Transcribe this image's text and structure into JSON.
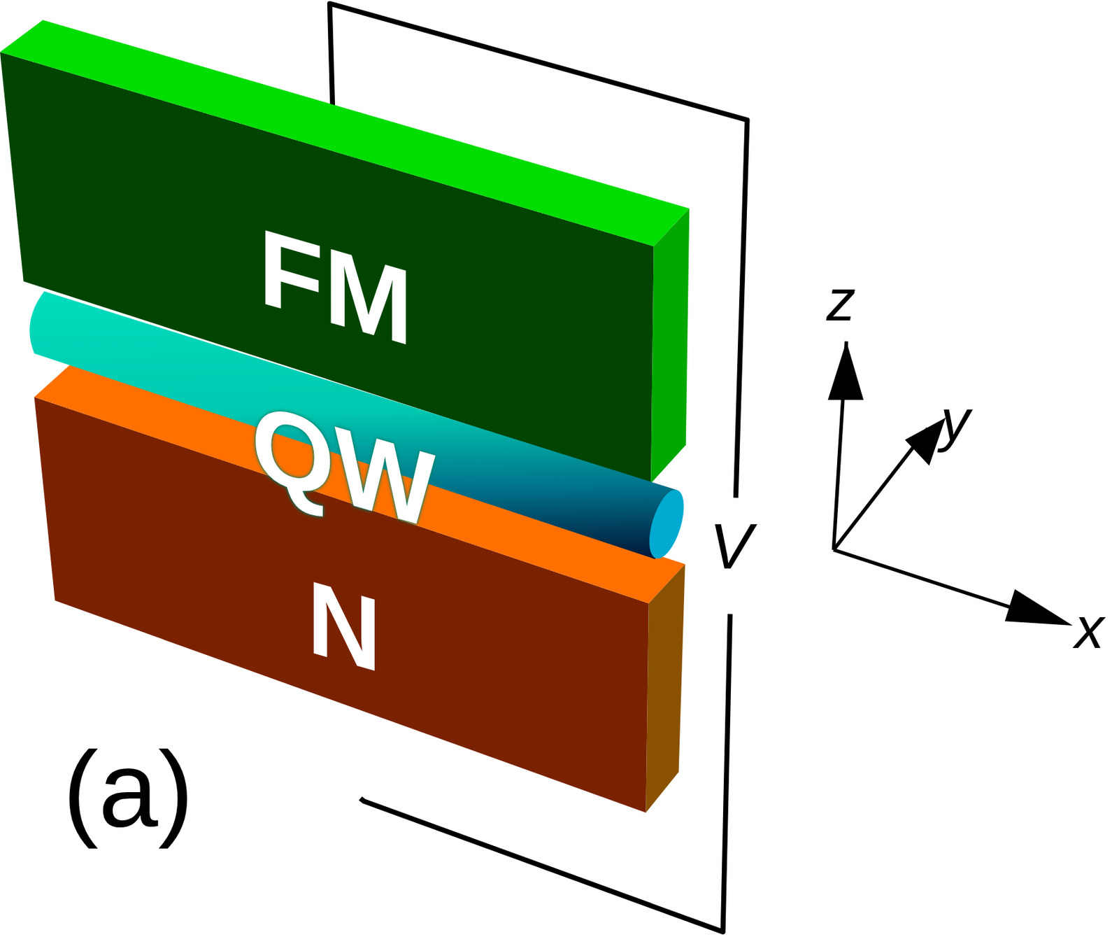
{
  "diagram": {
    "nodes": [
      {
        "text": [
          "FM"
        ]
      },
      {
        "text": [
          "QW"
        ]
      },
      {
        "text": [
          "N"
        ]
      }
    ],
    "edges": [
      {
        "from": 0,
        "to": 2,
        "arrow": "none",
        "label": "V"
      }
    ],
    "labels": [
      "z",
      "y",
      "x",
      "(a)"
    ]
  }
}
